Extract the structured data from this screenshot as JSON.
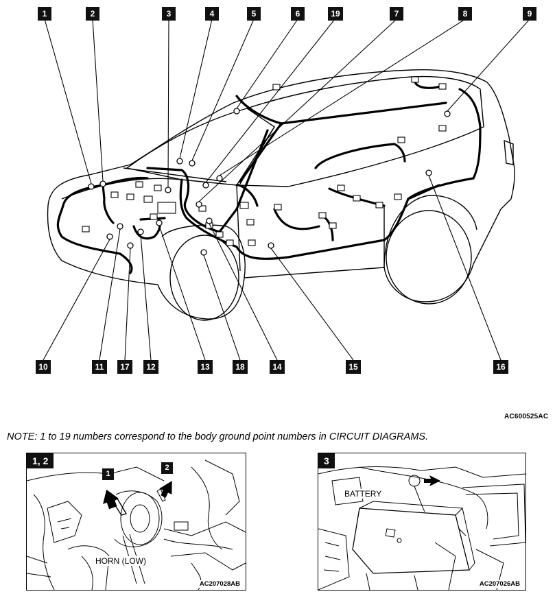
{
  "top_callouts": [
    {
      "label": "1"
    },
    {
      "label": "2"
    },
    {
      "label": "3"
    },
    {
      "label": "4"
    },
    {
      "label": "5"
    },
    {
      "label": "6"
    },
    {
      "label": "19"
    },
    {
      "label": "7"
    },
    {
      "label": "8"
    },
    {
      "label": "9"
    }
  ],
  "bottom_callouts": [
    {
      "label": "10"
    },
    {
      "label": "11"
    },
    {
      "label": "17"
    },
    {
      "label": "12"
    },
    {
      "label": "13"
    },
    {
      "label": "18"
    },
    {
      "label": "14"
    },
    {
      "label": "15"
    },
    {
      "label": "16"
    }
  ],
  "diagram_code": "AC600525AC",
  "note": "NOTE: 1 to 19 numbers correspond to the body ground point numbers in CIRCUIT DIAGRAMS.",
  "panels": {
    "left": {
      "tag": "1, 2",
      "callout_1": "1",
      "callout_2": "2",
      "label": "HORN (LOW)",
      "code": "AC207028AB"
    },
    "right": {
      "tag": "3",
      "label": "BATTERY",
      "code": "AC207026AB"
    }
  }
}
